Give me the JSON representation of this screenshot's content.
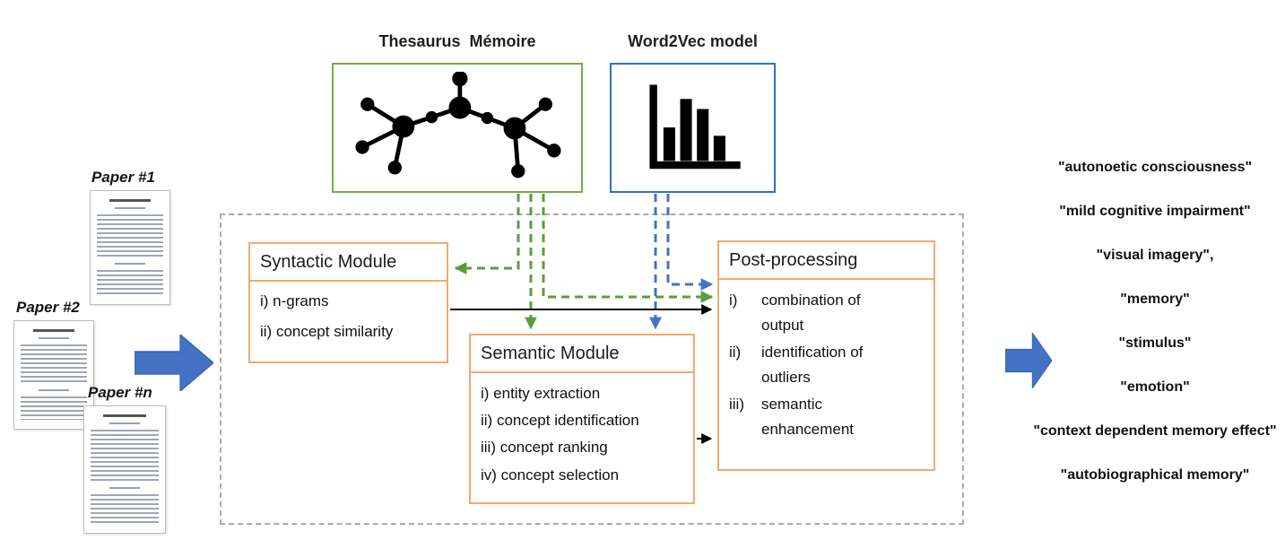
{
  "sources": {
    "thesaurus_label": "Thesaurus  Mémoire",
    "word2vec_label": "Word2Vec model"
  },
  "papers": [
    {
      "label": "Paper #1"
    },
    {
      "label": "Paper #2"
    },
    {
      "label": "Paper #n"
    }
  ],
  "pipeline": {
    "syntactic": {
      "title": "Syntactic Module",
      "items": [
        "i) n-grams",
        "ii) concept similarity"
      ]
    },
    "semantic": {
      "title": "Semantic Module",
      "items": [
        "i) entity extraction",
        "ii) concept identification",
        "iii) concept ranking",
        "iv) concept selection"
      ]
    },
    "post_processing": {
      "title": "Post-processing",
      "items": [
        {
          "marker": "i)",
          "text": "combination of output"
        },
        {
          "marker": "ii)",
          "text": "identification of outliers"
        },
        {
          "marker": "iii)",
          "text": "semantic enhancement"
        }
      ]
    }
  },
  "outputs": [
    "\"autonoetic consciousness\"",
    "\"mild cognitive impairment\"",
    "\"visual imagery\",",
    "\"memory\"",
    "\"stimulus\"",
    "\"emotion\"",
    "\"context dependent memory effect\"",
    "\"autobiographical memory\""
  ],
  "icons": {
    "thesaurus": "network-graph-icon",
    "word2vec": "bar-chart-icon"
  },
  "colors": {
    "module_border": "#f2a96f",
    "thesaurus_border": "#70ad47",
    "word2vec_border": "#2e75b6",
    "green_arrow": "#5a9e3c",
    "blue_arrow": "#4472c4",
    "big_arrow_fill": "#4472c4",
    "container_border": "#ababab"
  }
}
